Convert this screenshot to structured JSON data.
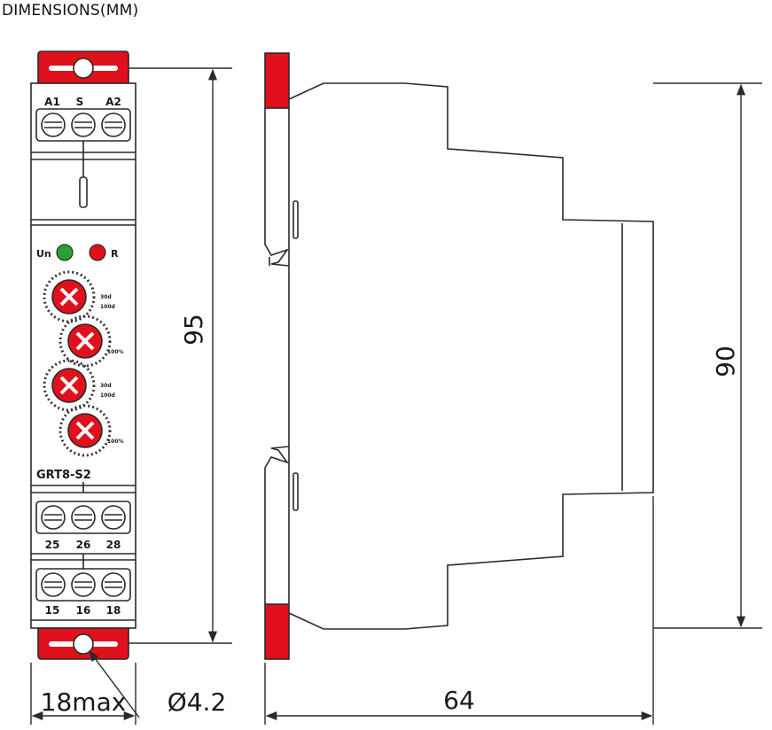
{
  "heading": "DIMENSIONS(MM)",
  "front_view": {
    "top_terminal_labels": [
      "A1",
      "S",
      "A2"
    ],
    "indicators": [
      {
        "label": "Un",
        "color": "#2aa033"
      },
      {
        "label": "R",
        "color": "#e0101c"
      }
    ],
    "knob_scale_labels": [
      "30d",
      "100d",
      "100%"
    ],
    "model": "GRT8-S2",
    "middle_terminal_labels": [
      "25",
      "26",
      "28"
    ],
    "bottom_terminal_labels": [
      "15",
      "16",
      "18"
    ]
  },
  "dimensions": {
    "height_front": "95",
    "height_side": "90",
    "width_front": "18max",
    "hole_diameter": "Ø4.2",
    "depth": "64"
  },
  "colors": {
    "accent_red": "#e0101c",
    "line": "#2a2a2a",
    "led_green": "#2aa033"
  }
}
